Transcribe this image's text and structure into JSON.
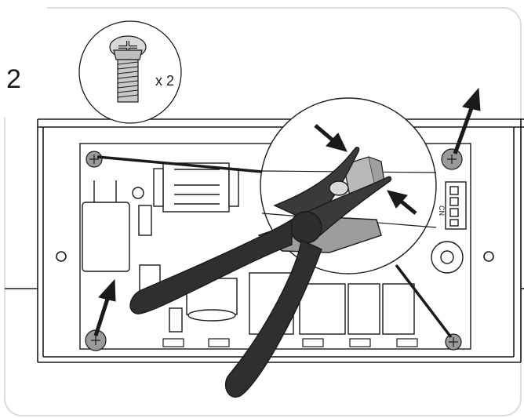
{
  "step": {
    "number": "2"
  },
  "screw_callout": {
    "quantity": "x 2",
    "icon": "phillips-screw"
  },
  "pcb_label": "CN"
}
